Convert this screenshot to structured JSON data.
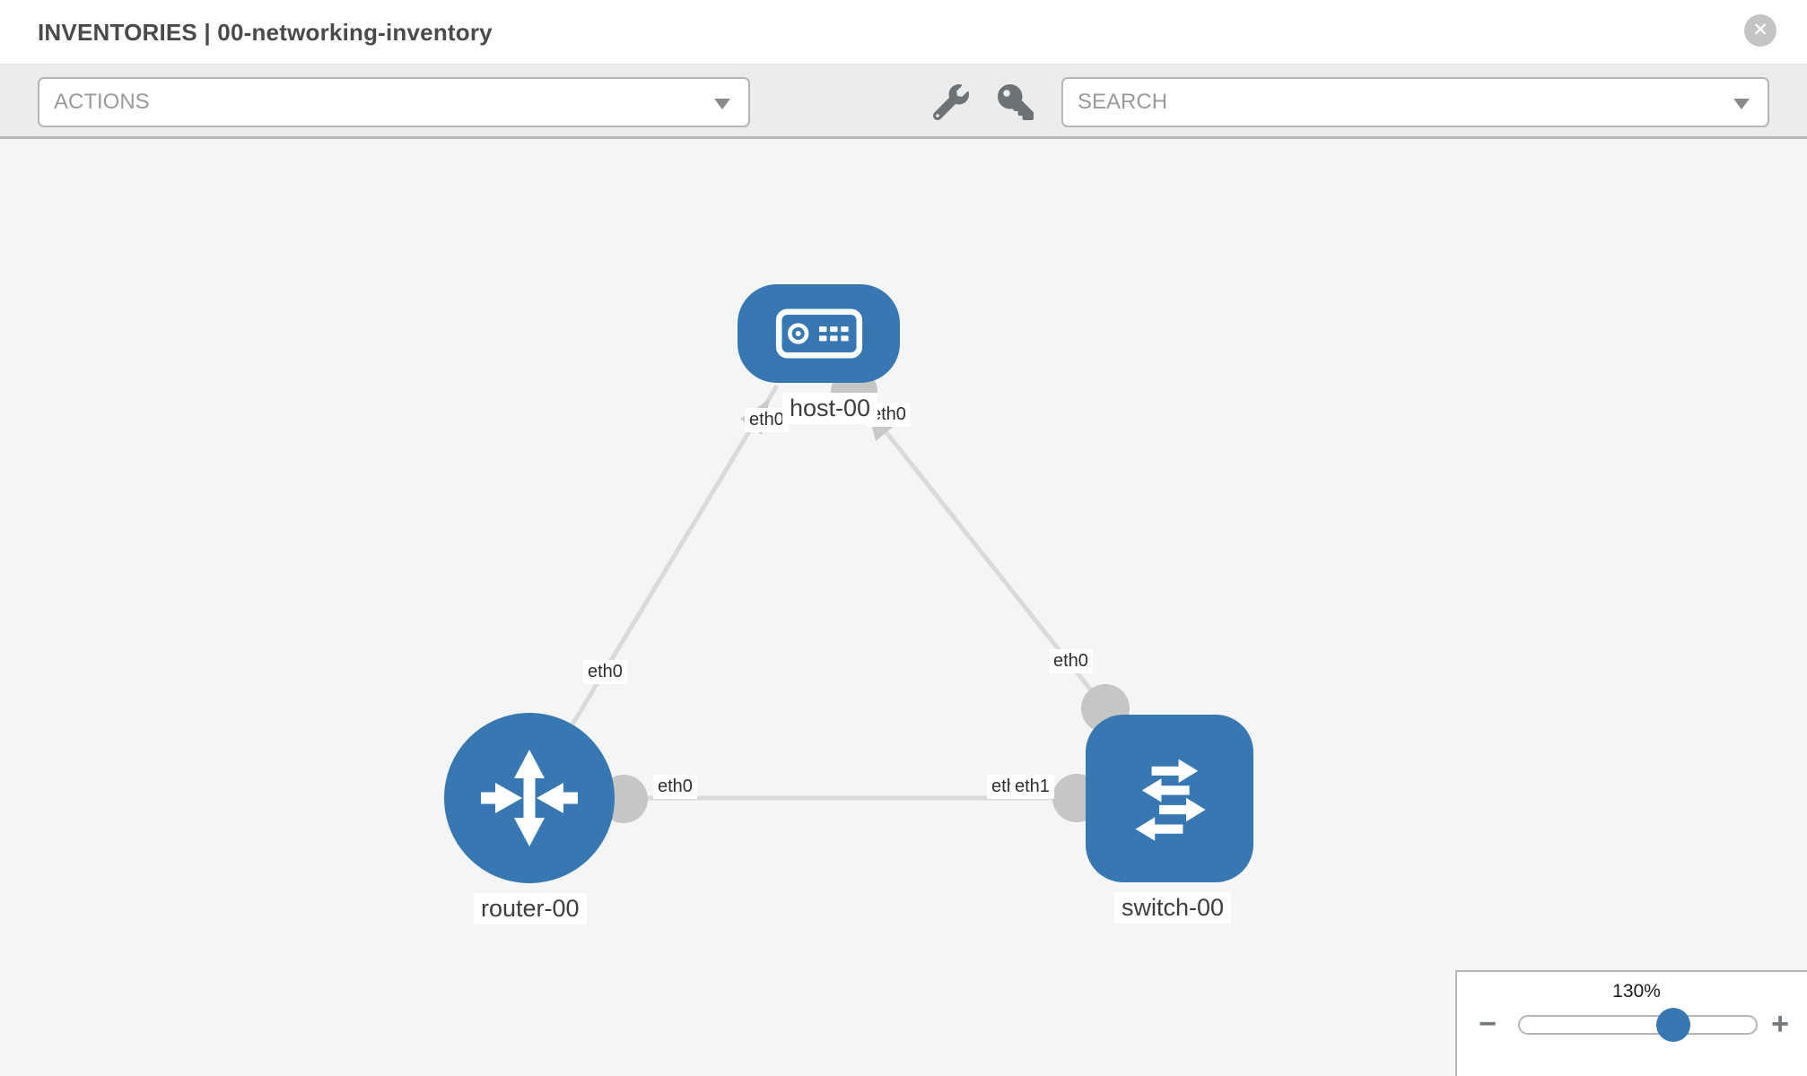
{
  "header": {
    "title": "INVENTORIES | 00-networking-inventory",
    "close_label": "✕"
  },
  "toolbar": {
    "actions_label": "ACTIONS",
    "search_label": "SEARCH",
    "icons": [
      "wrench-icon",
      "key-icon"
    ]
  },
  "topology": {
    "nodes": {
      "host": {
        "label": "host-00",
        "type": "host"
      },
      "router": {
        "label": "router-00",
        "type": "router"
      },
      "switch": {
        "label": "switch-00",
        "type": "switch"
      }
    },
    "interfaces": {
      "host_to_router_host_end": "eth0",
      "host_to_router_router_end": "eth0",
      "host_to_switch_host_end": "eth0",
      "host_to_switch_switch_end": "eth0",
      "router_to_switch_router_end": "eth0",
      "router_to_switch_switch_end_hidden": "eth0",
      "router_to_switch_switch_end": "eth1"
    },
    "links": [
      {
        "source": "host-00",
        "target": "router-00",
        "source_if": "eth0",
        "target_if": "eth0"
      },
      {
        "source": "host-00",
        "target": "switch-00",
        "source_if": "eth0",
        "target_if": "eth0"
      },
      {
        "source": "router-00",
        "target": "switch-00",
        "source_if": "eth0",
        "target_if": "eth1"
      }
    ]
  },
  "zoom_control": {
    "value": "130%",
    "percent": 65,
    "minus_label": "−",
    "plus_label": "+"
  },
  "colors": {
    "node_blue": "#3878b2",
    "edge_gray": "#dadada",
    "connector_gray": "#c6c6c6",
    "toolbar_bg": "#ececec",
    "canvas_bg": "#f5f5f5",
    "thumb_blue": "#3878b2"
  }
}
